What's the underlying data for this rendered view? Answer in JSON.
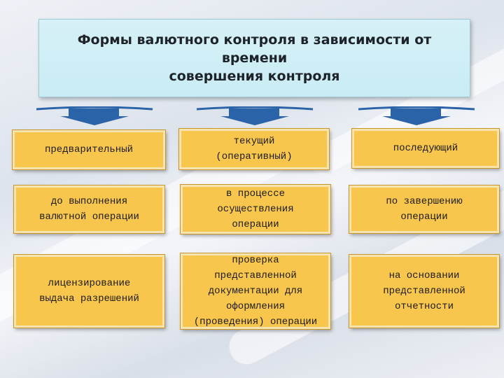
{
  "title": {
    "line1": "Формы валютного контроля в зависимости от",
    "line2": "времени",
    "line3": "совершения контроля"
  },
  "columns": [
    {
      "type": "предварительный",
      "timing": "до выполнения\nвалютной операции",
      "method": "лицензирование\nвыдача разрешений"
    },
    {
      "type": "текущий\n(оперативный)",
      "timing": "в процессе\nосуществления\nоперации",
      "method": "проверка\nпредставленной\nдокументации для\nоформления\n(проведения) операции"
    },
    {
      "type": "последующий",
      "timing": "по завершению\nоперации",
      "method": "на основании\nпредставленной\nотчетности"
    }
  ],
  "colors": {
    "box_fill": "#f8c64d",
    "title_fill": "#d6f1f7",
    "arrow": "#2a63a8"
  }
}
